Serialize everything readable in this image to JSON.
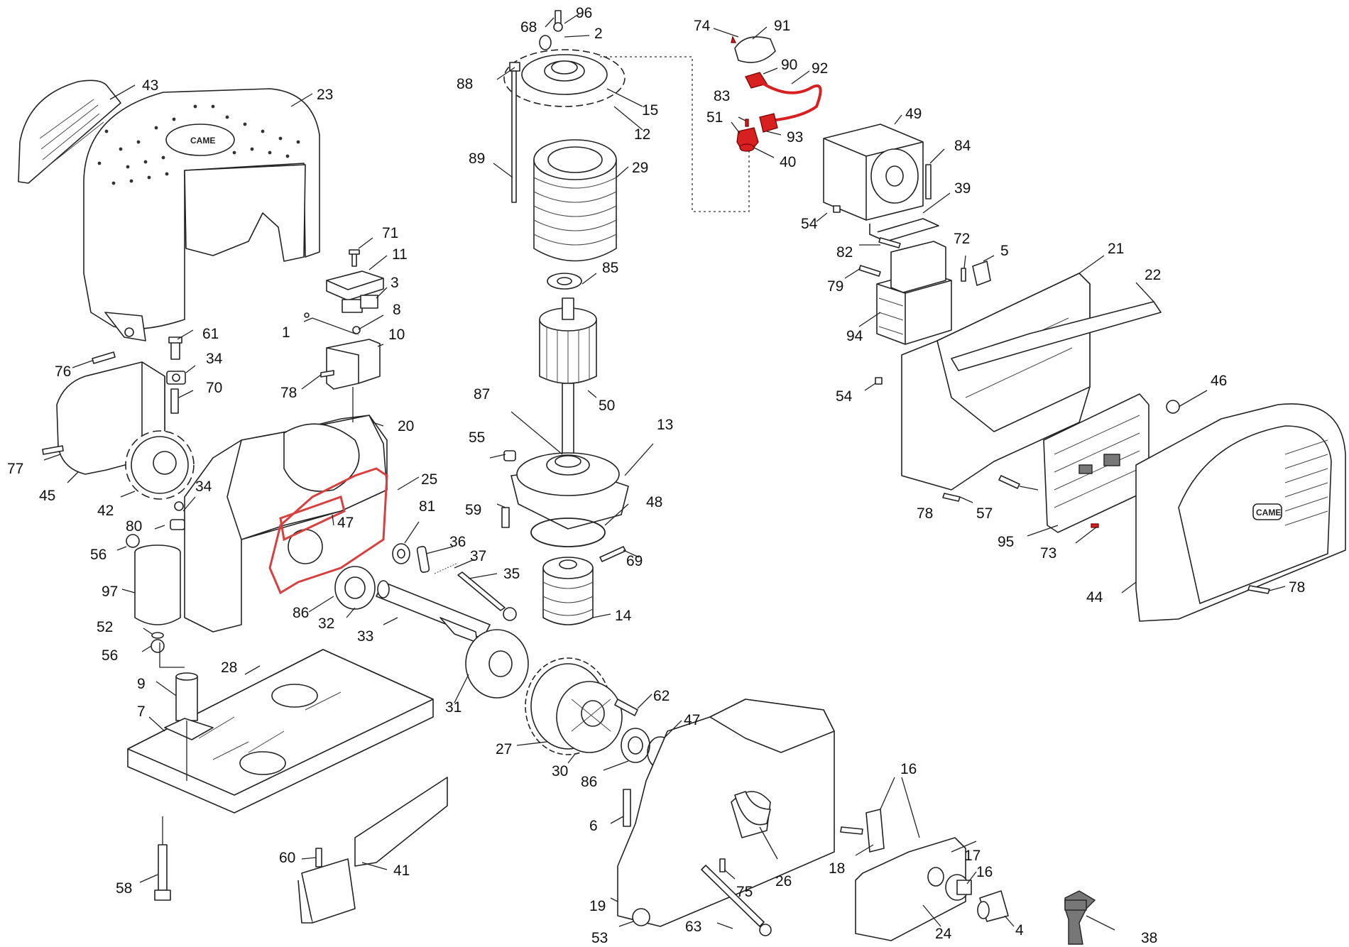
{
  "diagram": {
    "brand_mark": "CAME",
    "part_labels": [
      {
        "id": "p68",
        "text": "68"
      },
      {
        "id": "p96",
        "text": "96"
      },
      {
        "id": "p2",
        "text": "2"
      },
      {
        "id": "p74",
        "text": "74"
      },
      {
        "id": "p91",
        "text": "91"
      },
      {
        "id": "p90",
        "text": "90"
      },
      {
        "id": "p92",
        "text": "92"
      },
      {
        "id": "p88",
        "text": "88"
      },
      {
        "id": "p15",
        "text": "15"
      },
      {
        "id": "p12",
        "text": "12"
      },
      {
        "id": "p83",
        "text": "83"
      },
      {
        "id": "p51",
        "text": "51"
      },
      {
        "id": "p93",
        "text": "93"
      },
      {
        "id": "p40",
        "text": "40"
      },
      {
        "id": "p43",
        "text": "43"
      },
      {
        "id": "p23",
        "text": "23"
      },
      {
        "id": "p89",
        "text": "89"
      },
      {
        "id": "p29",
        "text": "29"
      },
      {
        "id": "p49",
        "text": "49"
      },
      {
        "id": "p84",
        "text": "84"
      },
      {
        "id": "p39",
        "text": "39"
      },
      {
        "id": "p54a",
        "text": "54"
      },
      {
        "id": "p71",
        "text": "71"
      },
      {
        "id": "p11",
        "text": "11"
      },
      {
        "id": "p3",
        "text": "3"
      },
      {
        "id": "p72",
        "text": "72"
      },
      {
        "id": "p5",
        "text": "5"
      },
      {
        "id": "p82",
        "text": "82"
      },
      {
        "id": "p21",
        "text": "21"
      },
      {
        "id": "p22",
        "text": "22"
      },
      {
        "id": "p85",
        "text": "85"
      },
      {
        "id": "p79",
        "text": "79"
      },
      {
        "id": "p1",
        "text": "1"
      },
      {
        "id": "p8",
        "text": "8"
      },
      {
        "id": "p61",
        "text": "61"
      },
      {
        "id": "p10",
        "text": "10"
      },
      {
        "id": "p94",
        "text": "94"
      },
      {
        "id": "p76",
        "text": "76"
      },
      {
        "id": "p34a",
        "text": "34"
      },
      {
        "id": "p70",
        "text": "70"
      },
      {
        "id": "p78a",
        "text": "78"
      },
      {
        "id": "p54b",
        "text": "54"
      },
      {
        "id": "p46",
        "text": "46"
      },
      {
        "id": "p87",
        "text": "87"
      },
      {
        "id": "p50",
        "text": "50"
      },
      {
        "id": "p20",
        "text": "20"
      },
      {
        "id": "p13",
        "text": "13"
      },
      {
        "id": "p55",
        "text": "55"
      },
      {
        "id": "p77",
        "text": "77"
      },
      {
        "id": "p25",
        "text": "25"
      },
      {
        "id": "p45",
        "text": "45"
      },
      {
        "id": "p34b",
        "text": "34"
      },
      {
        "id": "p42",
        "text": "42"
      },
      {
        "id": "p59",
        "text": "59"
      },
      {
        "id": "p81",
        "text": "81"
      },
      {
        "id": "p48",
        "text": "48"
      },
      {
        "id": "p78b",
        "text": "78"
      },
      {
        "id": "p57",
        "text": "57"
      },
      {
        "id": "p80",
        "text": "80"
      },
      {
        "id": "p47a",
        "text": "47"
      },
      {
        "id": "p36",
        "text": "36"
      },
      {
        "id": "p95",
        "text": "95"
      },
      {
        "id": "p73",
        "text": "73"
      },
      {
        "id": "p56a",
        "text": "56"
      },
      {
        "id": "p37",
        "text": "37"
      },
      {
        "id": "p69",
        "text": "69"
      },
      {
        "id": "p35",
        "text": "35"
      },
      {
        "id": "p97",
        "text": "97"
      },
      {
        "id": "p86a",
        "text": "86"
      },
      {
        "id": "p32",
        "text": "32"
      },
      {
        "id": "p44",
        "text": "44"
      },
      {
        "id": "p78c",
        "text": "78"
      },
      {
        "id": "p14",
        "text": "14"
      },
      {
        "id": "p52",
        "text": "52"
      },
      {
        "id": "p33",
        "text": "33"
      },
      {
        "id": "p56b",
        "text": "56"
      },
      {
        "id": "p28",
        "text": "28"
      },
      {
        "id": "p9",
        "text": "9"
      },
      {
        "id": "p62",
        "text": "62"
      },
      {
        "id": "p31",
        "text": "31"
      },
      {
        "id": "p47b",
        "text": "47"
      },
      {
        "id": "p7",
        "text": "7"
      },
      {
        "id": "p27",
        "text": "27"
      },
      {
        "id": "p30",
        "text": "30"
      },
      {
        "id": "p86b",
        "text": "86"
      },
      {
        "id": "p16a",
        "text": "16"
      },
      {
        "id": "p6",
        "text": "6"
      },
      {
        "id": "p60",
        "text": "60"
      },
      {
        "id": "p41",
        "text": "41"
      },
      {
        "id": "p18",
        "text": "18"
      },
      {
        "id": "p17",
        "text": "17"
      },
      {
        "id": "p58",
        "text": "58"
      },
      {
        "id": "p75",
        "text": "75"
      },
      {
        "id": "p26",
        "text": "26"
      },
      {
        "id": "p16b",
        "text": "16"
      },
      {
        "id": "p19",
        "text": "19"
      },
      {
        "id": "p53",
        "text": "53"
      },
      {
        "id": "p63",
        "text": "63"
      },
      {
        "id": "p24",
        "text": "24"
      },
      {
        "id": "p4",
        "text": "4"
      },
      {
        "id": "p38",
        "text": "38"
      }
    ]
  }
}
